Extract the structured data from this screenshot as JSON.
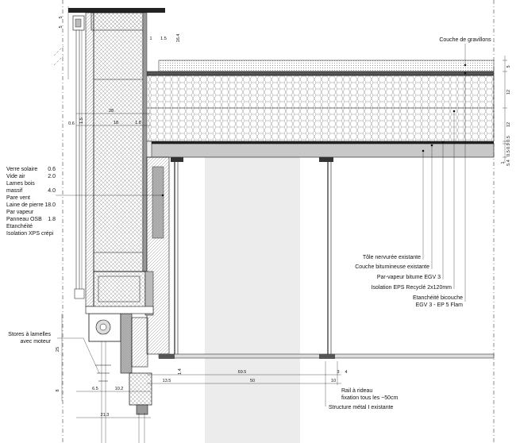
{
  "wall_layers": {
    "rows": [
      {
        "name": "Verre solaire",
        "value": "0.6"
      },
      {
        "name": "Vide air",
        "value": "2.0"
      },
      {
        "name": "Lames bois",
        "value": ""
      },
      {
        "name": "massif",
        "value": "4.0"
      },
      {
        "name": "Pare vent",
        "value": ""
      },
      {
        "name": "Laine de pierre",
        "value": "18.0"
      },
      {
        "name": "Par vapeur",
        "value": ""
      },
      {
        "name": "Panneau OSB",
        "value": "1.8"
      },
      {
        "name": "Etanchéité",
        "value": ""
      },
      {
        "name": "Isolation XPS crépi",
        "value": ""
      }
    ]
  },
  "roof_labels": {
    "gravel": "Couche de gravillons",
    "steel_sheet": "Tôle nervurée existante",
    "bitumen": "Couche bitumineuse existante",
    "vapour_barrier": "Par-vapeur bitume EGV 3",
    "eps": "Isolation EPS Recyclé 2x120mm",
    "membrane_line1": "Etanchéité bicouche",
    "membrane_line2": "EGV 3 - EP 5 Flam"
  },
  "blind_label": {
    "line1": "Stores à lamelles",
    "line2": "avec moteur"
  },
  "bottom_labels": {
    "rail_line1": "Rail à rideau",
    "rail_line2": "fixation tous les ~50cm",
    "structure": "Structure métal Ⅰ existante"
  },
  "dimensions": {
    "d_top_5a": "5",
    "d_top_5b": "5",
    "d_edge_1": "1",
    "d_edge_15": "1.5",
    "d_164": "16.4",
    "d_28": "28",
    "d_06": "0.6",
    "d_15b": "1.5",
    "d_18": "18",
    "d_18b": "1.8",
    "d_r5": "5",
    "d_r12a": "12",
    "d_r12b": "12",
    "d_r05a": "0.5",
    "d_r09": "0.9",
    "d_r05b": "0.5",
    "d_r54": "5.4",
    "d_r1": "1",
    "d_25": "25",
    "d_8": "8",
    "d_14": "1.4",
    "d_695": "69.5",
    "d_3": "3",
    "d_4": "4",
    "d_135": "13.5",
    "d_50": "50",
    "d_10": "10",
    "d_65": "6.5",
    "d_102": "10.2",
    "d_213": "21.3"
  }
}
